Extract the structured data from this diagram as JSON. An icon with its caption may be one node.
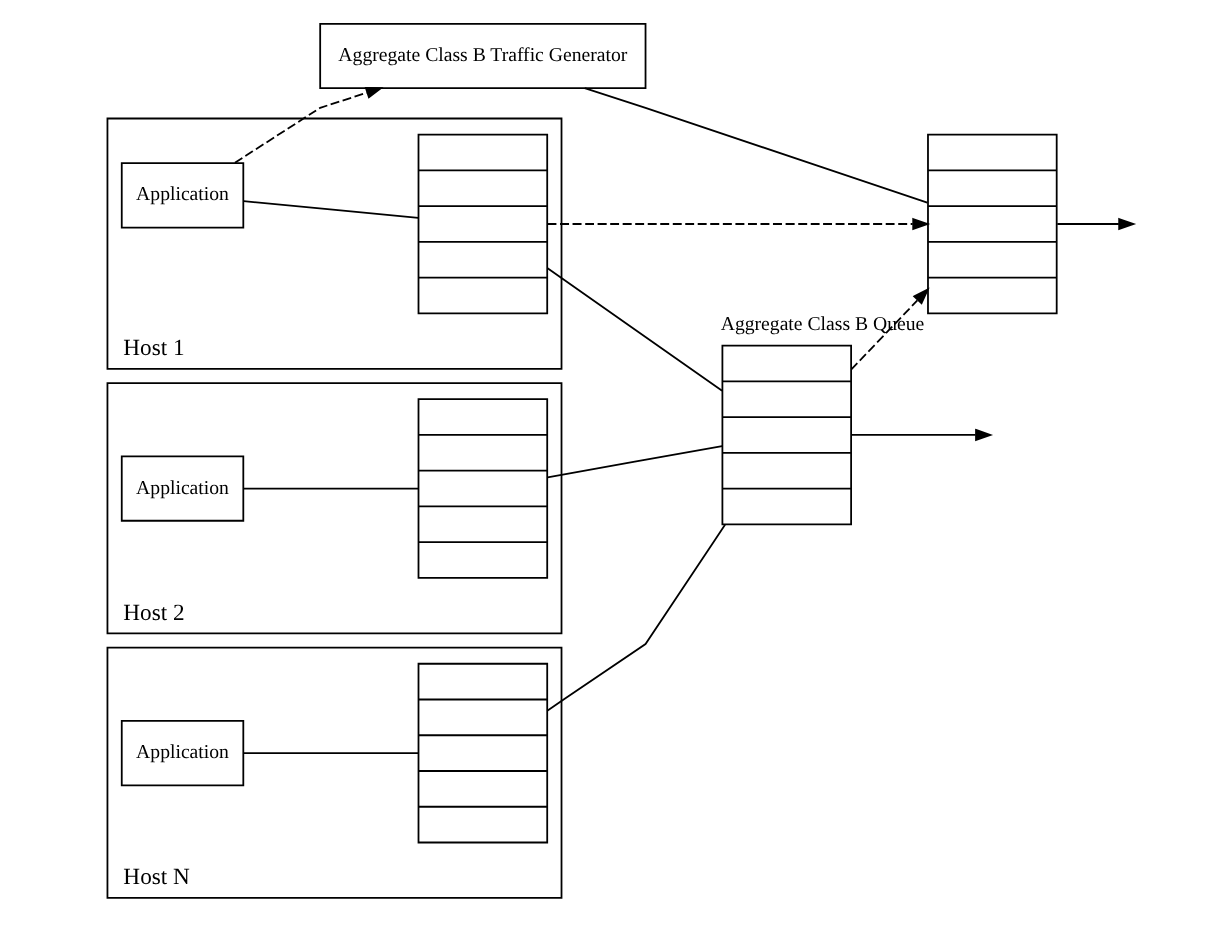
{
  "diagram": {
    "nodes": [
      {
        "text": [
          "Host 1"
        ]
      },
      {
        "text": [
          "Application"
        ],
        "in": 0
      },
      {
        "text": [],
        "shape": "queue",
        "in": 0
      },
      {
        "text": [
          "Host 2"
        ]
      },
      {
        "text": [
          "Application"
        ],
        "in": 3
      },
      {
        "text": [],
        "shape": "queue",
        "in": 3
      },
      {
        "text": [
          "Host N"
        ]
      },
      {
        "text": [
          "Application"
        ],
        "in": 6
      },
      {
        "text": [],
        "shape": "queue",
        "in": 6
      },
      {
        "text": [],
        "shape": "queue"
      },
      {
        "text": [
          "Aggregate Class B Traffic Generator"
        ]
      },
      {
        "text": [],
        "shape": "queue",
        "beside": [
          "Aggregate Class B Queue"
        ]
      }
    ],
    "edges": [
      {
        "from": 1,
        "to": 2,
        "arrow": "none"
      },
      {
        "from": 4,
        "to": 5,
        "arrow": "none"
      },
      {
        "from": 7,
        "to": 8,
        "arrow": "none"
      },
      {
        "from": 2,
        "to": 9,
        "arrow": "none"
      },
      {
        "from": 5,
        "to": 9,
        "arrow": "none"
      },
      {
        "from": 8,
        "to": 9,
        "arrow": "none"
      },
      {
        "from": 9,
        "to": null,
        "arrow": "to"
      },
      {
        "from": 1,
        "to": 10,
        "arrow": "to",
        "style": "dashed"
      },
      {
        "from": 2,
        "to": 11,
        "arrow": "to",
        "style": "dashed"
      },
      {
        "from": 9,
        "to": 11,
        "arrow": "to",
        "style": "dashed"
      },
      {
        "from": 10,
        "to": 11,
        "arrow": "none"
      },
      {
        "from": 11,
        "to": null,
        "arrow": "to"
      }
    ]
  }
}
